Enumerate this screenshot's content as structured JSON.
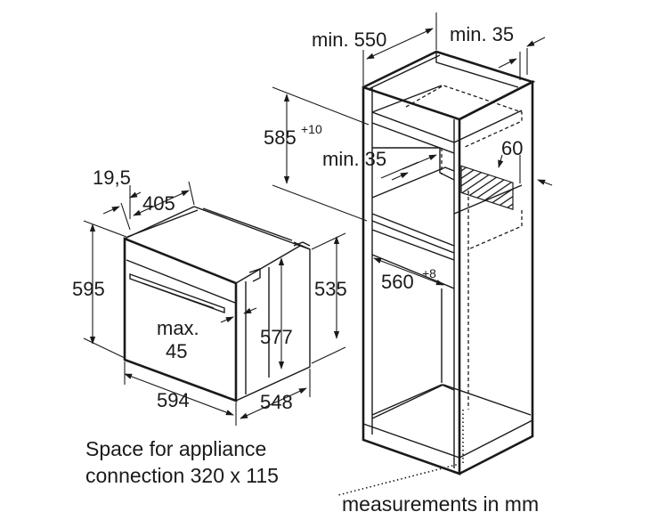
{
  "oven": {
    "offset": "19,5",
    "top_depth": "405",
    "height": "595",
    "side_height": "535",
    "niche_depth": "577",
    "max_label": "max.",
    "max_value": "45",
    "width": "594",
    "depth": "548"
  },
  "cabinet": {
    "min_depth": "min. 550",
    "min_gap_top": "min. 35",
    "height_base": "585",
    "height_sup": "+10",
    "min_gap_mid": "min. 35",
    "vent": "60",
    "width_base": "560",
    "width_sup": "+8"
  },
  "notes": {
    "connection_line1": "Space for appliance",
    "connection_line2": "connection 320 x 115",
    "units": "measurements in mm"
  },
  "colors": {
    "line": "#1a1a1a",
    "background": "#ffffff"
  }
}
